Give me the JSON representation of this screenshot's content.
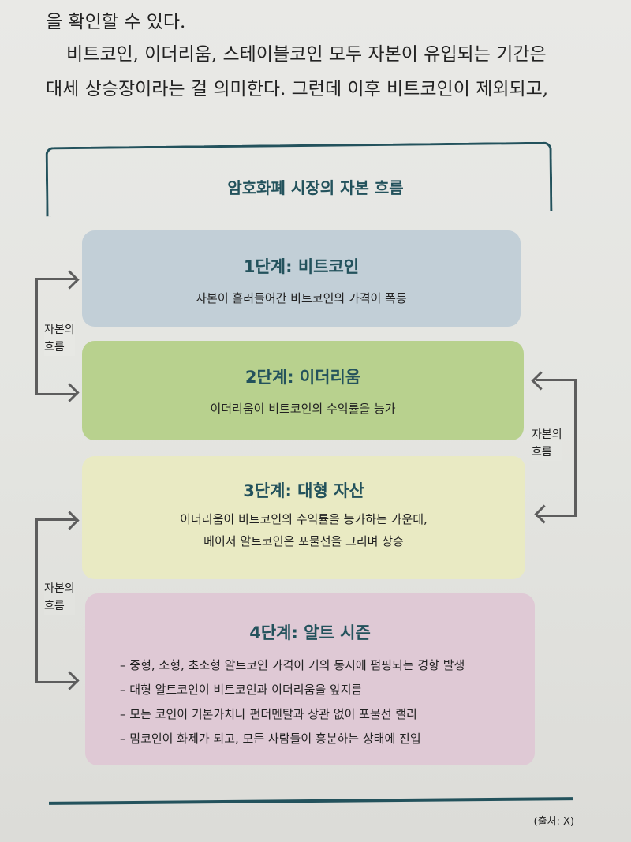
{
  "body_text": {
    "lines": [
      "을 확인할 수 있다.",
      "비트코인, 이더리움, 스테이블코인 모두 자본이 유입되는 기간은",
      "대세 상승장이라는 걸 의미한다. 그런데 이후 비트코인이 제외되고,"
    ]
  },
  "diagram": {
    "title": "암호화폐 시장의 자본 흐름",
    "flow_label": [
      "자본의",
      "흐름"
    ],
    "stages": [
      {
        "title": "1단계: 비트코인",
        "desc": [
          "자본이 흘러들어간 비트코인의 가격이 폭등"
        ],
        "color": "#c2cfd7"
      },
      {
        "title": "2단계: 이더리움",
        "desc": [
          "이더리움이 비트코인의 수익률을 능가"
        ],
        "color": "#b8d18e"
      },
      {
        "title": "3단계: 대형 자산",
        "desc": [
          "이더리움이 비트코인의 수익률을 능가하는 가운데,",
          "메이저 알트코인은 포물선을 그리며 상승"
        ],
        "color": "#e9eac3"
      },
      {
        "title": "4단계: 알트 시즌",
        "bullets": [
          "중형, 소형, 초소형 알트코인 가격이 거의 동시에 펌핑되는 경향 발생",
          "대형 알트코인이 비트코인과 이더리움을 앞지름",
          "모든 코인이 기본가치나 펀더멘탈과 상관 없이 포물선 랠리",
          "밈코인이 화제가 되고, 모든 사람들이 흥분하는 상태에 진입"
        ],
        "color": "#dfc9d5"
      }
    ],
    "source": "(출처: X)",
    "accent_color": "#23525c"
  }
}
